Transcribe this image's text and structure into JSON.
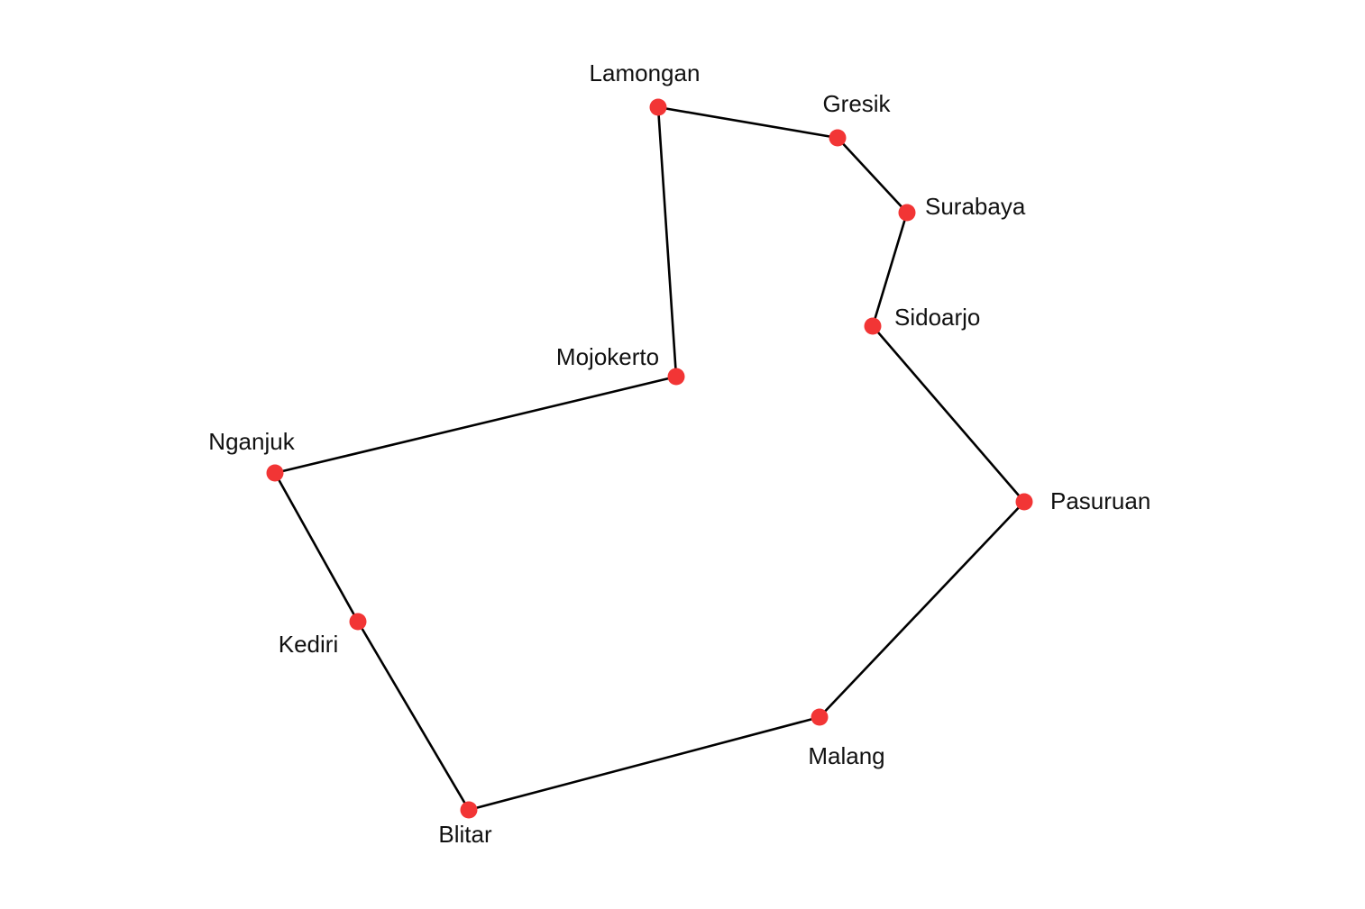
{
  "diagram": {
    "type": "route",
    "colors": {
      "node": "#f23535",
      "edge": "#000000",
      "label": "#111111",
      "background": "#ffffff"
    },
    "nodes": [
      {
        "id": "lamongan",
        "label": "Lamongan"
      },
      {
        "id": "gresik",
        "label": "Gresik"
      },
      {
        "id": "surabaya",
        "label": "Surabaya"
      },
      {
        "id": "sidoarjo",
        "label": "Sidoarjo"
      },
      {
        "id": "pasuruan",
        "label": "Pasuruan"
      },
      {
        "id": "malang",
        "label": "Malang"
      },
      {
        "id": "blitar",
        "label": "Blitar"
      },
      {
        "id": "kediri",
        "label": "Kediri"
      },
      {
        "id": "nganjuk",
        "label": "Nganjuk"
      },
      {
        "id": "mojokerto",
        "label": "Mojokerto"
      }
    ],
    "edges": [
      [
        "lamongan",
        "gresik"
      ],
      [
        "gresik",
        "surabaya"
      ],
      [
        "surabaya",
        "sidoarjo"
      ],
      [
        "sidoarjo",
        "pasuruan"
      ],
      [
        "pasuruan",
        "malang"
      ],
      [
        "malang",
        "blitar"
      ],
      [
        "blitar",
        "kediri"
      ],
      [
        "kediri",
        "nganjuk"
      ],
      [
        "nganjuk",
        "mojokerto"
      ],
      [
        "mojokerto",
        "lamongan"
      ]
    ]
  }
}
